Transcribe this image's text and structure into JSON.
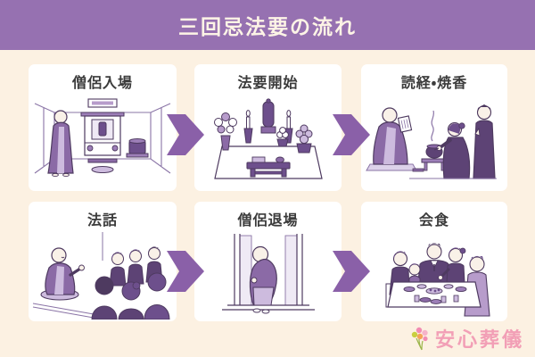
{
  "header": {
    "title": "三回忌法要の流れ"
  },
  "panels": [
    {
      "id": "monk-entrance",
      "title": "僧侶入場"
    },
    {
      "id": "service-start",
      "title": "法要開始"
    },
    {
      "id": "sutra-incense",
      "title": "読経・焼香"
    },
    {
      "id": "dharma-talk",
      "title": "法話"
    },
    {
      "id": "monk-exit",
      "title": "僧侶退場"
    },
    {
      "id": "meal",
      "title": "会食"
    }
  ],
  "icons": {
    "arrow": "chevron-right-arrow",
    "logo_flower": "flower-bouquet-icon"
  },
  "logo": {
    "text": "安心葬儀"
  },
  "colors": {
    "background": "#fcf1e2",
    "header_bg": "#9671b1",
    "header_text": "#fdf4e6",
    "panel_bg": "#ffffff",
    "panel_title_text": "#3b3b3b",
    "arrow": "#8a60a8",
    "illustration_line": "#4e3a60",
    "illustration_fill_dark": "#6d4f8c",
    "illustration_fill_mid": "#8b6aa6",
    "illustration_fill_light": "#cdbbde",
    "logo_text": "#f29fb6"
  }
}
